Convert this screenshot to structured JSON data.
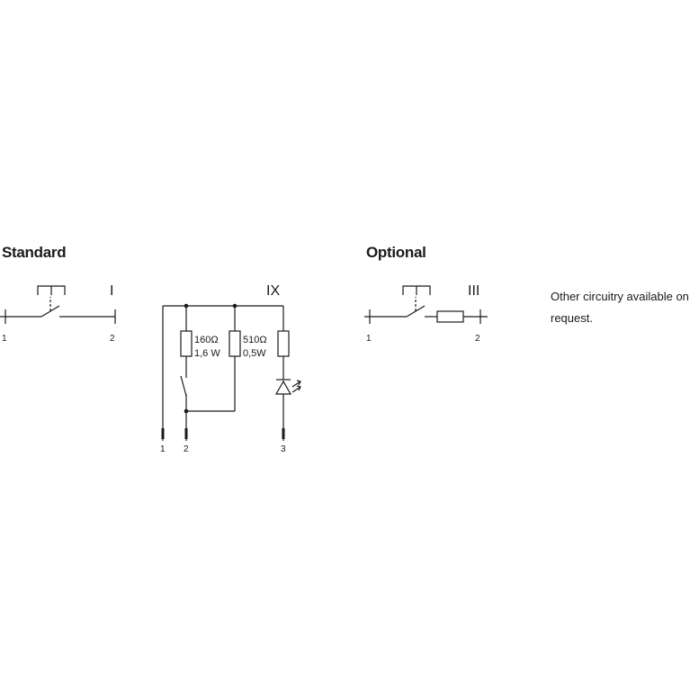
{
  "headings": {
    "standard": "Standard",
    "optional": "Optional"
  },
  "circuits": {
    "standard_I": {
      "roman": "I",
      "pin1": "1",
      "pin2": "2"
    },
    "standard_IX": {
      "roman": "IX",
      "r1_value": "160Ω",
      "r1_power": "1,6 W",
      "r2_value": "510Ω",
      "r2_power": "0,5W",
      "pin1": "1",
      "pin2": "2",
      "pin3": "3"
    },
    "optional_III": {
      "roman": "III",
      "pin1": "1",
      "pin2": "2"
    }
  },
  "note": {
    "line1": "Other circuitry available on",
    "line2": "request."
  }
}
